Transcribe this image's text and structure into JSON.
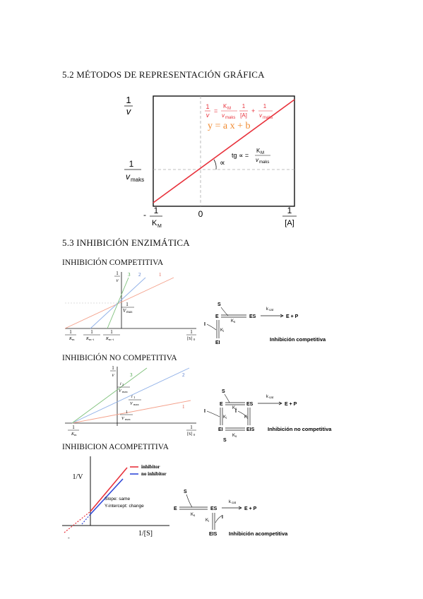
{
  "section_52": {
    "title": "5.2 MÉTODOS DE REPRESENTACIÓN GRÁFICA",
    "plot": {
      "y_axis_num": "1",
      "y_axis_den": "v",
      "eq_num1": "1",
      "eq_den1": "v",
      "eq_eq": "=",
      "eq_km": "K",
      "eq_km_sub": "M",
      "eq_vmaks": "v",
      "eq_vmaks_sub": "maks",
      "eq_one": "1",
      "eq_a": "[A]",
      "eq_plus": "+",
      "eq_one2": "1",
      "eq_vmaks2": "v",
      "eq_vmaks2_sub": "maks",
      "linear": "y = a  x + b",
      "tg": "tg ∝ =",
      "tg_num": "K",
      "tg_num_sub": "M",
      "tg_den": "v",
      "tg_den_sub": "maks",
      "alpha": "∝",
      "yint_num": "1",
      "yint_den": "v",
      "yint_den_sub": "maks",
      "xint_minus": "-",
      "xint_num": "1",
      "xint_den": "K",
      "xint_den_sub": "M",
      "origin": "0",
      "xaxis_num": "1",
      "xaxis_den": "[A]"
    }
  },
  "section_53": {
    "title": "5.3 INHIBICIÓN ENZIMÁTICA"
  },
  "competitive": {
    "title": "INHIBICIÓN COMPETITIVA",
    "y_num": "1",
    "y_den": "v",
    "line_labels": [
      "3",
      "2",
      "1"
    ],
    "vmax_num": "1",
    "vmax_den": "V",
    "vmax_sub": "max",
    "x_num": "1",
    "x_den": "[S]",
    "x_den_sub": "0",
    "km_labels": [
      "K",
      "K",
      "K"
    ],
    "km_subs": [
      "m",
      "m−i",
      "m−i"
    ],
    "scheme": {
      "e": "E",
      "s": "S",
      "ks": "K",
      "ks_sub": "s",
      "es": "ES",
      "kcat": "k",
      "kcat_sub": "cat",
      "ep": "E + P",
      "i": "I",
      "ki": "K",
      "ki_sub": "i",
      "ei": "EI",
      "caption": "Inhibición competitiva"
    }
  },
  "noncompetitive": {
    "title": "INHIBICIÓN NO COMPETITIVA",
    "y_num": "1",
    "y_den": "v",
    "line_labels": [
      "3",
      "2",
      "1"
    ],
    "v_labels": [
      {
        "num": "i",
        "num_sub": "2",
        "den": "V",
        "den_sub": "max"
      },
      {
        "num": "i",
        "num_sub": "1",
        "den": "V",
        "den_sub": "max"
      },
      {
        "num": "1",
        "num_sub": "",
        "den": "V",
        "den_sub": "max"
      }
    ],
    "x_num": "1",
    "x_den": "[S]",
    "x_den_sub": "0",
    "km_num": "1",
    "km_den": "K",
    "km_sub": "m",
    "scheme": {
      "s": "S",
      "e": "E",
      "ks": "K",
      "ks_sub": "s",
      "es": "ES",
      "kcat": "k",
      "kcat_sub": "cat",
      "ep": "E + P",
      "i1": "I",
      "ki1": "K",
      "ki1_sub": "i",
      "i2": "I",
      "ki2": "K",
      "ki2_sub": "i",
      "ei": "EI",
      "eis": "EIS",
      "s2": "S",
      "ks2": "K",
      "ks2_sub": "s",
      "caption": "Inhibición  no competitiva"
    }
  },
  "uncompetitive": {
    "title": "INHIBICION ACOMPETITIVA",
    "y_label": "1/V",
    "x_label": "1/[S]",
    "legend": [
      {
        "label": "inhibitor",
        "color": "#e8323c"
      },
      {
        "label": "no inhibitor",
        "color": "#3048d8"
      }
    ],
    "note1": "Slope: same",
    "note2": "Y-intercept: change",
    "scheme": {
      "e": "E",
      "s": "S",
      "ks": "K",
      "ks_sub": "s",
      "es": "ES",
      "kcat": "k",
      "kcat_sub": "cat",
      "ep": "E + P",
      "ki": "K",
      "ki_sub": "i",
      "i": "I",
      "eis": "EIS",
      "caption": "Inhibición acompetitiva"
    }
  },
  "footer_mark": "-"
}
